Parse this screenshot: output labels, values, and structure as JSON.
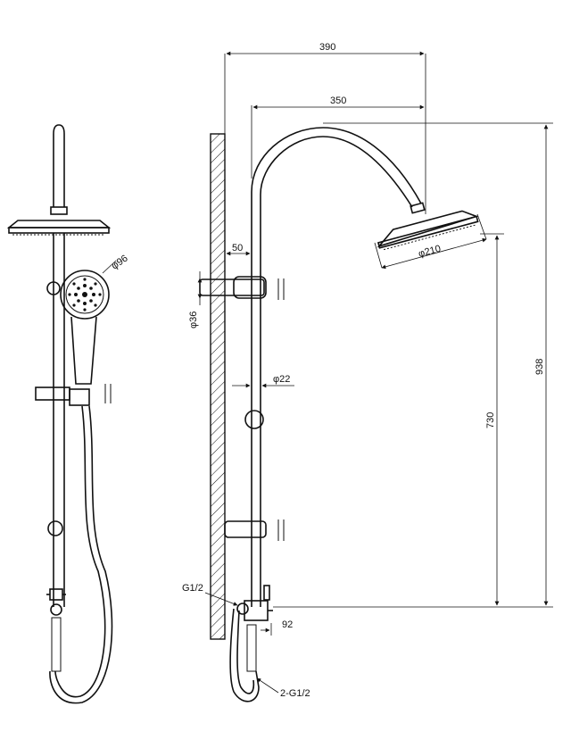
{
  "dimensions": {
    "width_overall": "390",
    "width_arm": "350",
    "wall_offset": "50",
    "bar_diameter": "φ22",
    "bracket_diameter": "φ36",
    "handshower_diameter": "φ96",
    "head_diameter": "φ210",
    "height_overall": "938",
    "height_head": "730",
    "inlet_thread": "G1/2",
    "inlet_depth": "92",
    "hose_thread": "2-G1/2"
  }
}
